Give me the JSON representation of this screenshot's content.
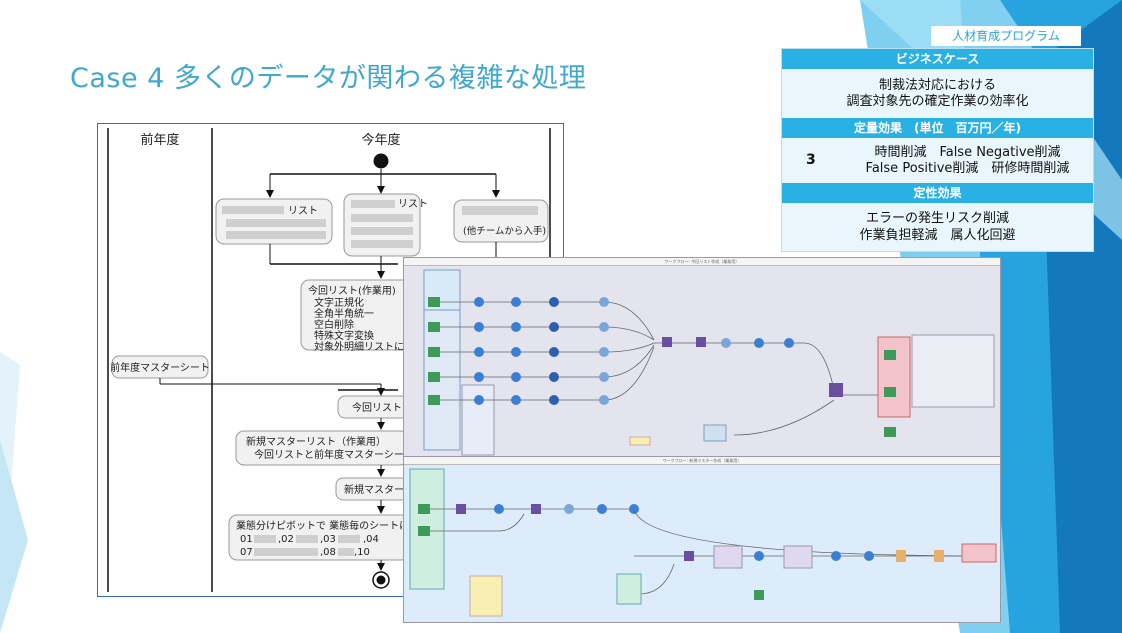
{
  "slide": {
    "title": "Case 4 多くのデータが関わる複雑な処理",
    "program_tag": "人材育成プログラム"
  },
  "business_case": {
    "header": "ビジネスケース",
    "case_line1": "制裁法対応における",
    "case_line2": "調査対象先の確定作業の効率化",
    "quant_header": "定量効果　(単位　百万円／年)",
    "quant_value": "3",
    "quant_line1": "時間削減　False Negative削減",
    "quant_line2": "False Positive削減　研修時間削減",
    "qual_header": "定性効果",
    "qual_line1": "エラーの発生リスク削減",
    "qual_line2": "作業負担軽減　属人化回避"
  },
  "flowchart": {
    "lane_prev": "前年度",
    "lane_curr": "今年度",
    "source1_suffix": "リスト",
    "source2_suffix": "リスト",
    "source3_label": "(他チームから入手)",
    "step_list": {
      "title": "今回リスト(作業用)",
      "items": [
        "文字正規化",
        "全角半角統一",
        "空白削除",
        "特殊文字変換",
        "対象外明細リストに一致"
      ]
    },
    "prev_master": "前年度マスターシート",
    "step_current": "今回リスト",
    "step_newmaster_line1": "新規マスターリスト（作業用）",
    "step_newmaster_line2": "今回リストと前年度マスターシートから",
    "step_newmaster": "新規マスターリ",
    "step_split_title": "業態分けピボットで 業態毎のシートに分割",
    "split_row1": [
      "01",
      ",02",
      ",03",
      ",04"
    ],
    "split_row2": [
      "07",
      ",08",
      ",10"
    ]
  },
  "workflow": {
    "top_bar": "ワークフロー: 今回リスト作成（業務用）",
    "bottom_bar": "ワークフロー: 新規マスター作成（業務用）"
  },
  "colors": {
    "title": "#3fa8cf",
    "accent": "#29b1e4",
    "deco_blue": "#1f8fd0",
    "workflow_top_bg": "#e4e4ef",
    "workflow_bottom_bg": "#dcecfb"
  },
  "icons": [
    "start-node-icon",
    "end-node-icon",
    "input-data-icon",
    "formula-icon",
    "join-icon",
    "filter-icon",
    "browse-icon",
    "output-data-icon"
  ]
}
